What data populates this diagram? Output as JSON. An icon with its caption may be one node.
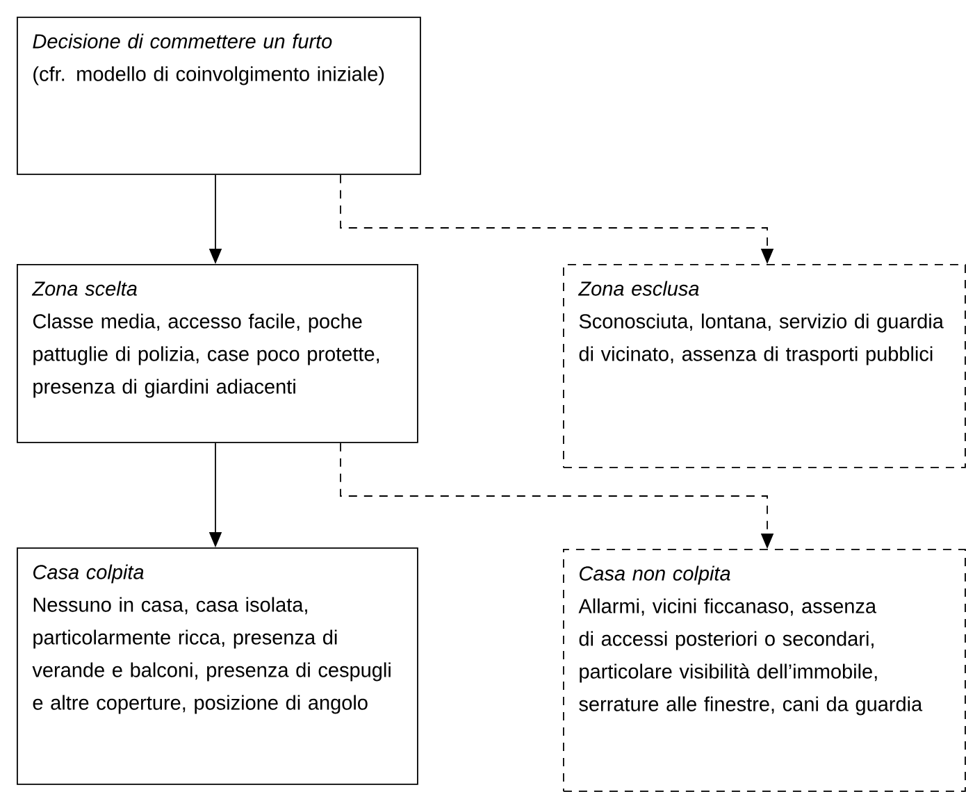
{
  "diagram": {
    "nodes": [
      {
        "text": [
          "Decisione di commettere un furto",
          "(cfr. modello di coinvolgimento iniziale)"
        ]
      },
      {
        "text": [
          "Zona scelta",
          "Classe media, accesso facile, poche pattuglie di polizia, case poco protette, presenza di giardini adiacenti"
        ]
      },
      {
        "text": [
          "Zona esclusa",
          "Sconosciuta, lontana, servizio di guardia di vicinato, assenza di trasporti pubblici"
        ]
      },
      {
        "text": [
          "Casa colpita",
          "Nessuno in casa, casa isolata, particolarmente ricca, presenza di verande e balconi, presenza di cespugli e altre coperture, posizione di angolo"
        ]
      },
      {
        "text": [
          "Casa non colpita",
          "Allarmi, vicini ficcanaso, assenza di accessi posteriori o secondari, particolare visibilità dell’immobile, serrature alle finestre, cani da guardia"
        ]
      }
    ],
    "edges": [
      {
        "from": 0,
        "to": 1,
        "arrow": "to"
      },
      {
        "from": 0,
        "to": 2,
        "arrow": "to",
        "style": "dashed"
      },
      {
        "from": 1,
        "to": 3,
        "arrow": "to"
      },
      {
        "from": 1,
        "to": 4,
        "arrow": "to",
        "style": "dashed"
      }
    ]
  }
}
